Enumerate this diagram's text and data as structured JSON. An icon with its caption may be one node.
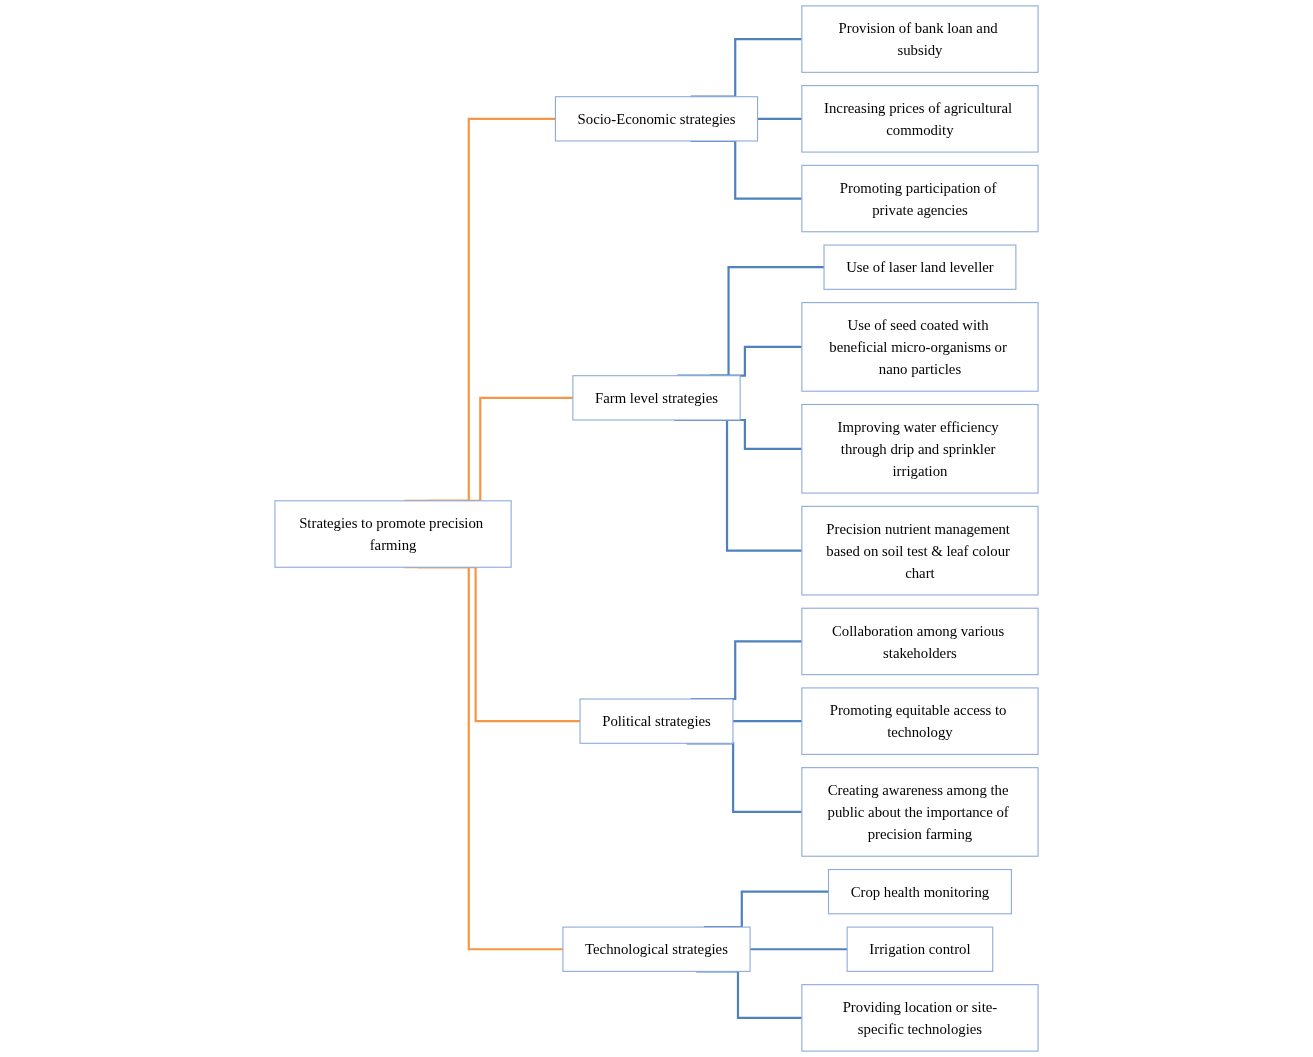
{
  "diagram": {
    "nodes": [
      {
        "text": [
          "Strategies to promote precision farming"
        ]
      },
      {
        "text": [
          "Socio-Economic strategies"
        ]
      },
      {
        "text": [
          "Farm level strategies"
        ]
      },
      {
        "text": [
          "Political strategies"
        ]
      },
      {
        "text": [
          "Technological strategies"
        ]
      },
      {
        "text": [
          "Provision of bank loan and subsidy"
        ]
      },
      {
        "text": [
          "Increasing prices of agricultural commodity"
        ]
      },
      {
        "text": [
          "Promoting participation of private agencies"
        ]
      },
      {
        "text": [
          "Use of laser land leveller"
        ]
      },
      {
        "text": [
          "Use of seed coated with beneficial micro-organisms or nano particles"
        ]
      },
      {
        "text": [
          "Improving water efficiency through drip and sprinkler irrigation"
        ]
      },
      {
        "text": [
          "Precision nutrient management based on soil test & leaf colour chart"
        ]
      },
      {
        "text": [
          "Collaboration among various stakeholders"
        ]
      },
      {
        "text": [
          "Promoting equitable access to technology"
        ]
      },
      {
        "text": [
          "Creating awareness among the public about the importance of precision farming"
        ]
      },
      {
        "text": [
          "Crop health monitoring"
        ]
      },
      {
        "text": [
          "Irrigation control"
        ]
      },
      {
        "text": [
          "Providing location or site-specific technologies"
        ]
      }
    ],
    "edges": [
      {
        "from": 0,
        "to": 1,
        "arrow": "none",
        "color": "#f79646"
      },
      {
        "from": 0,
        "to": 2,
        "arrow": "none",
        "color": "#f79646"
      },
      {
        "from": 0,
        "to": 3,
        "arrow": "none",
        "color": "#f79646"
      },
      {
        "from": 0,
        "to": 4,
        "arrow": "none",
        "color": "#f79646"
      },
      {
        "from": 1,
        "to": 5,
        "arrow": "none"
      },
      {
        "from": 1,
        "to": 6,
        "arrow": "none"
      },
      {
        "from": 1,
        "to": 7,
        "arrow": "none"
      },
      {
        "from": 2,
        "to": 8,
        "arrow": "none"
      },
      {
        "from": 2,
        "to": 9,
        "arrow": "none"
      },
      {
        "from": 2,
        "to": 10,
        "arrow": "none"
      },
      {
        "from": 2,
        "to": 11,
        "arrow": "none"
      },
      {
        "from": 3,
        "to": 12,
        "arrow": "none"
      },
      {
        "from": 3,
        "to": 13,
        "arrow": "none"
      },
      {
        "from": 3,
        "to": 14,
        "arrow": "none"
      },
      {
        "from": 4,
        "to": 15,
        "arrow": "none"
      },
      {
        "from": 4,
        "to": 16,
        "arrow": "none"
      },
      {
        "from": 4,
        "to": 17,
        "arrow": "none"
      }
    ]
  }
}
